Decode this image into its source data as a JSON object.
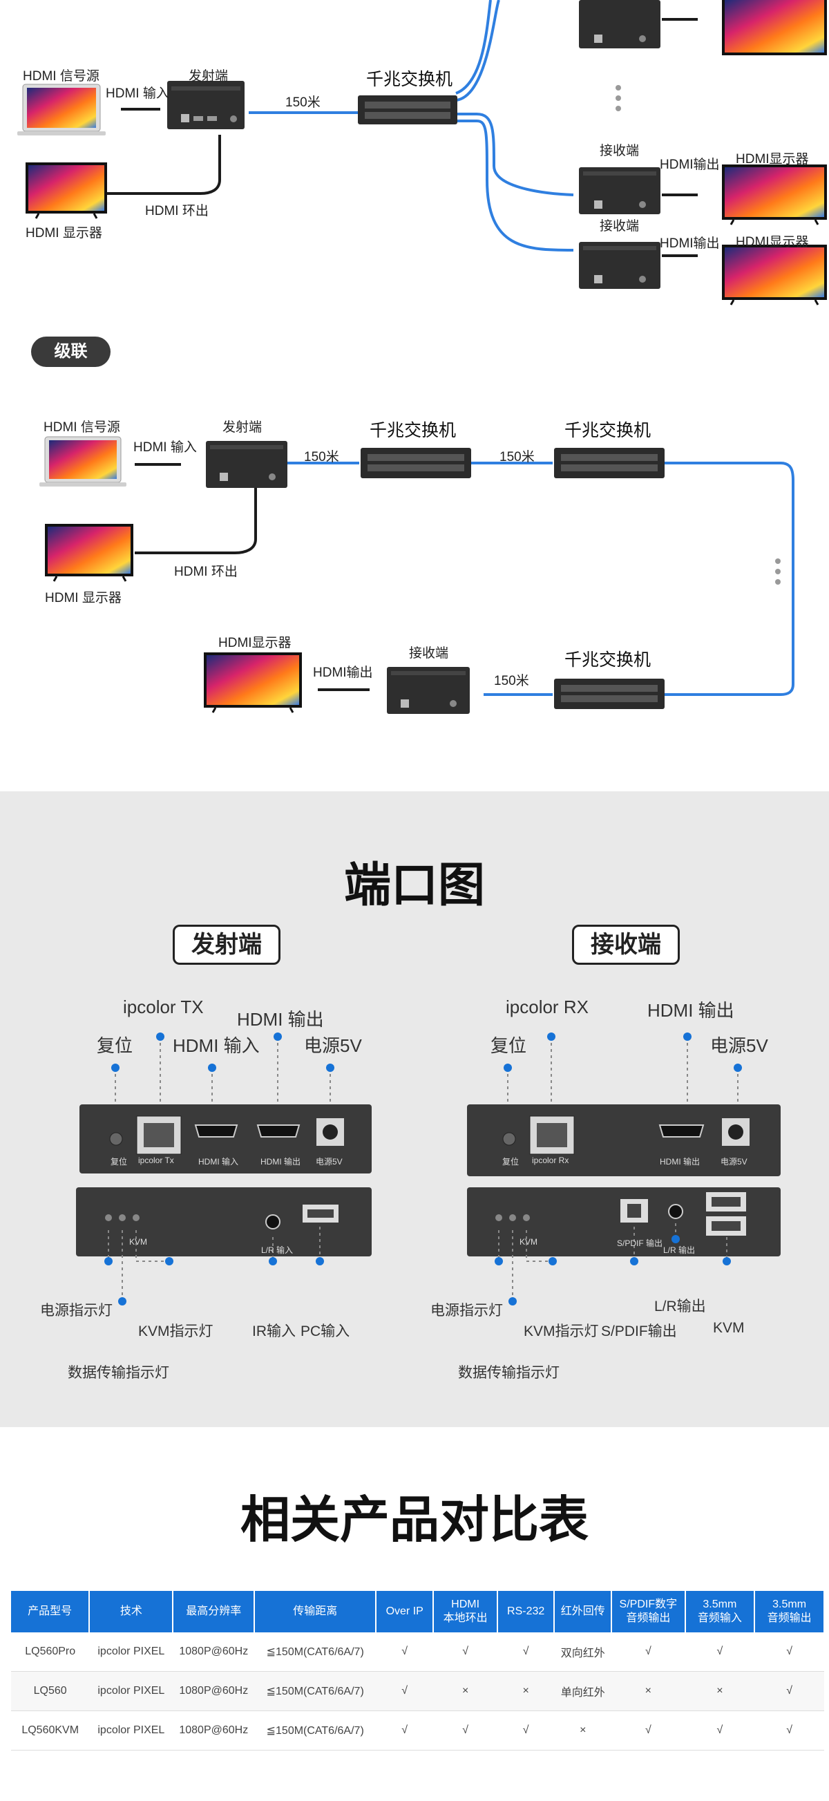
{
  "diagram1": {
    "source_label": "HDMI 信号源",
    "hdmi_in": "HDMI 输入",
    "tx_label": "发射端",
    "distance": "150米",
    "switch_label": "千兆交换机",
    "loop_out": "HDMI 环出",
    "display_label": "HDMI 显示器",
    "rx_label": "接收端",
    "hdmi_out": "HDMI输出",
    "display_small": "HDMI显示器"
  },
  "cascade": {
    "pill": "级联",
    "source_label": "HDMI 信号源",
    "hdmi_in": "HDMI 输入",
    "tx_label": "发射端",
    "distance": "150米",
    "switch_label": "千兆交换机",
    "loop_out": "HDMI 环出",
    "display_label": "HDMI 显示器",
    "display_small": "HDMI显示器",
    "hdmi_out": "HDMI输出",
    "rx_label": "接收端"
  },
  "ports": {
    "title": "端口图",
    "tx": {
      "title": "发射端",
      "top_labels": {
        "reset": "复位",
        "ipcolor": "ipcolor TX",
        "hdmi_in": "HDMI 输入",
        "hdmi_out": "HDMI 输出",
        "power": "电源5V"
      },
      "panel_labels": {
        "reset": "复位",
        "ipcolor": "ipcolor Tx",
        "hdmi_in": "HDMI 输入",
        "hdmi_out": "HDMI 输出",
        "power": "电源5V",
        "kvm": "KVM",
        "lr": "L/R 输入"
      },
      "bottom_labels": {
        "power_led": "电源指示灯",
        "kvm_led": "KVM指示灯",
        "data_led": "数据传输指示灯",
        "ir": "IR输入",
        "pc": "PC输入"
      }
    },
    "rx": {
      "title": "接收端",
      "top_labels": {
        "reset": "复位",
        "ipcolor": "ipcolor RX",
        "hdmi_out": "HDMI 输出",
        "power": "电源5V"
      },
      "panel_labels": {
        "reset": "复位",
        "ipcolor": "ipcolor Rx",
        "hdmi_out": "HDMI 输出",
        "power": "电源5V",
        "kvm": "KVM",
        "spdif": "S/PDIF 输出",
        "lr": "L/R 输出"
      },
      "bottom_labels": {
        "power_led": "电源指示灯",
        "kvm_led": "KVM指示灯",
        "data_led": "数据传输指示灯",
        "spdif": "S/PDIF输出",
        "lr": "L/R输出",
        "kvm": "KVM"
      }
    }
  },
  "compare": {
    "title": "相关产品对比表",
    "headers": [
      "产品型号",
      "技术",
      "最高分辨率",
      "传输距离",
      "Over IP",
      "HDMI\n本地环出",
      "RS-232",
      "红外回传",
      "S/PDIF数字\n音频输出",
      "3.5mm\n音频输入",
      "3.5mm\n音频输出"
    ],
    "rows": [
      [
        "LQ560Pro",
        "ipcolor PIXEL",
        "1080P@60Hz",
        "≦150M(CAT6/6A/7)",
        "√",
        "√",
        "√",
        "双向红外",
        "√",
        "√",
        "√"
      ],
      [
        "LQ560",
        "ipcolor PIXEL",
        "1080P@60Hz",
        "≦150M(CAT6/6A/7)",
        "√",
        "×",
        "×",
        "单向红外",
        "×",
        "×",
        "√"
      ],
      [
        "LQ560KVM",
        "ipcolor PIXEL",
        "1080P@60Hz",
        "≦150M(CAT6/6A/7)",
        "√",
        "√",
        "√",
        "×",
        "√",
        "√",
        "√"
      ]
    ]
  },
  "colors": {
    "accent_blue": "#1672d6",
    "cable_blue": "#2f7fe0",
    "device_dark": "#2e2e2e",
    "gray_bg": "#e9e9e9"
  }
}
